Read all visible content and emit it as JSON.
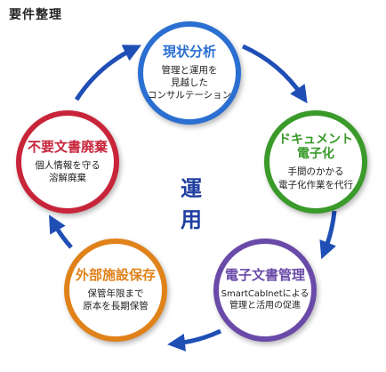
{
  "title": "要件整理",
  "center_label": "運 用",
  "arrow_color": "#1f4fb5",
  "nodes": [
    {
      "title": "現状分析",
      "desc": "管理と運用を\n見越した\nコンサルテーション",
      "color": "#2a6fd1"
    },
    {
      "title": "ドキュメント\n電子化",
      "desc": "手間のかかる\n電子化作業を代行",
      "color": "#3a9a2a"
    },
    {
      "title": "電子文書管理",
      "desc": "SmartCabInetによる\n管理と活用の促進",
      "color": "#6a4aa8"
    },
    {
      "title": "外部施設保存",
      "desc": "保管年限まで\n原本を長期保管",
      "color": "#e0821a"
    },
    {
      "title": "不要文書廃棄",
      "desc": "個人情報を守る\n溶解廃棄",
      "color": "#c8243a"
    }
  ]
}
